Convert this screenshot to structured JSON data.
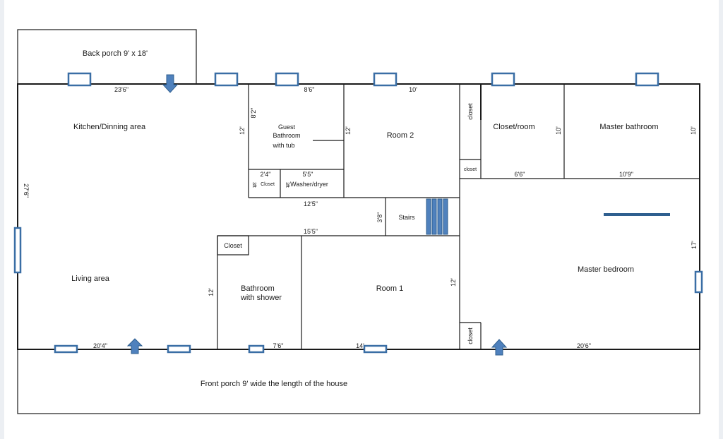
{
  "labels": {
    "back_porch": "Back porch 9' x 18'",
    "kitchen": "Kitchen/Dinning area",
    "guest_bath_1": "Guest",
    "guest_bath_2": "Bathroom",
    "guest_bath_3": "with tub",
    "room2": "Room 2",
    "closet_v1": "closet",
    "closet_room": "Closet/room",
    "master_bath": "Master bathroom",
    "closet_small": "closet",
    "closet_a": "Closet",
    "washer": "Washer/dryer",
    "stairs": "Stairs",
    "closet_b": "Closet",
    "living": "Living area",
    "bath_shower_1": "Bathroom",
    "bath_shower_2": "with shower",
    "room1": "Room 1",
    "master_bed": "Master bedroom",
    "closet_v2": "closet",
    "front_porch": "Front porch 9' wide the length of the house"
  },
  "dims": {
    "d_23_6": "23'6\"",
    "d_8_6": "8'6\"",
    "d_10_top": "10'",
    "d_8_2": "8'2\"",
    "d_12_a": "12'",
    "d_12_b": "12'",
    "d_10_a": "10'",
    "d_10_b": "10'",
    "d_27_6": "27'6\"",
    "d_2_4": "2'4\"",
    "d_5_5": "5'5\"",
    "d_3ft_a": "3ft",
    "d_3ft_b": "3ft",
    "d_6_6": "6'6\"",
    "d_10_9": "10'9\"",
    "d_12_5": "12'5\"",
    "d_3_8": "3'8\"",
    "d_15_5": "15'5\"",
    "d_17": "17'",
    "d_12_c": "12'",
    "d_12_d": "12'",
    "d_20_4": "20'4\"",
    "d_7_6": "7'6\"",
    "d_14": "14'",
    "d_20_6": "20'6\""
  },
  "colors": {
    "accent": "#4f81bd",
    "line": "#1a1a1a",
    "window_stroke": "#3a6ea5"
  }
}
